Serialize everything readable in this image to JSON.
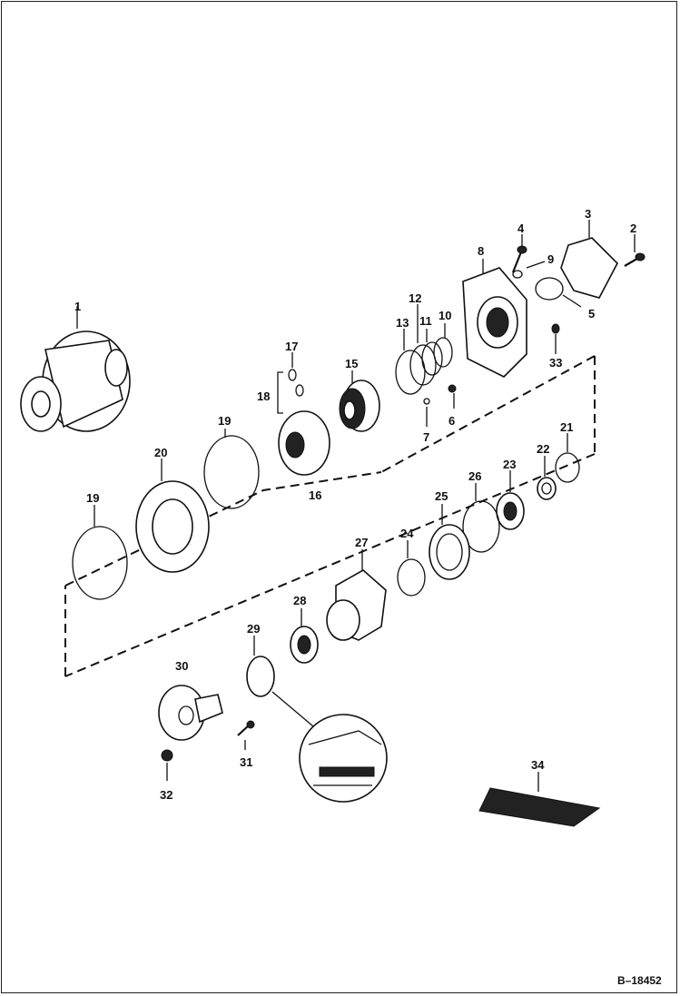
{
  "figure_id": "B–18452",
  "callouts": {
    "1": "1",
    "2": "2",
    "3": "3",
    "4": "4",
    "5": "5",
    "6": "6",
    "7": "7",
    "8": "8",
    "9": "9",
    "10": "10",
    "11": "11",
    "12": "12",
    "13": "13",
    "15": "15",
    "16": "16",
    "17": "17",
    "18": "18",
    "19a": "19",
    "19b": "19",
    "20": "20",
    "21": "21",
    "22": "22",
    "23": "23",
    "24": "24",
    "25": "25",
    "26": "26",
    "27": "27",
    "28": "28",
    "29": "29",
    "30": "30",
    "31": "31",
    "32": "32",
    "33": "33",
    "34": "34"
  }
}
